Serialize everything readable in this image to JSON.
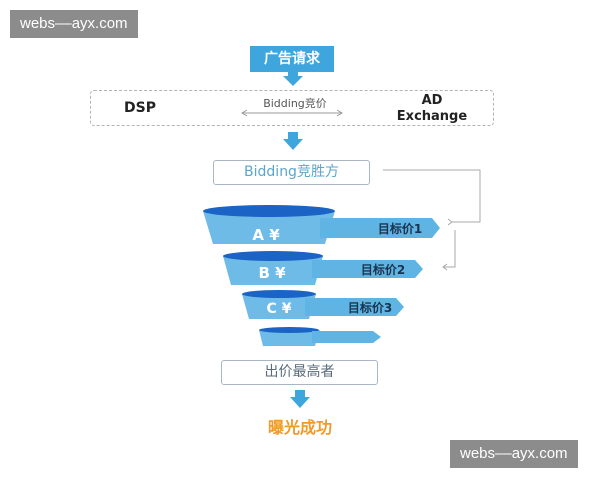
{
  "watermark": "webs––ayx.com",
  "nodes": {
    "ad_request": "广告请求",
    "dsp": "DSP",
    "ad_exchange_line1": "AD",
    "ad_exchange_line2": "Exchange",
    "bidding_label": "Bidding竞价",
    "bidding_winner": "Bidding竞胜方",
    "highest_bidder": "出价最高者",
    "exposure_success": "曝光成功"
  },
  "funnel": [
    {
      "label": "A ¥",
      "target": "目标价1"
    },
    {
      "label": "B ¥",
      "target": "目标价2"
    },
    {
      "label": "C ¥",
      "target": "目标价3"
    },
    {
      "label": "",
      "target": ""
    }
  ],
  "colors": {
    "accent": "#3ea6dd",
    "funnel_top": "#1c63c6",
    "funnel_body": "#6dbbe6",
    "success": "#f29a28"
  }
}
